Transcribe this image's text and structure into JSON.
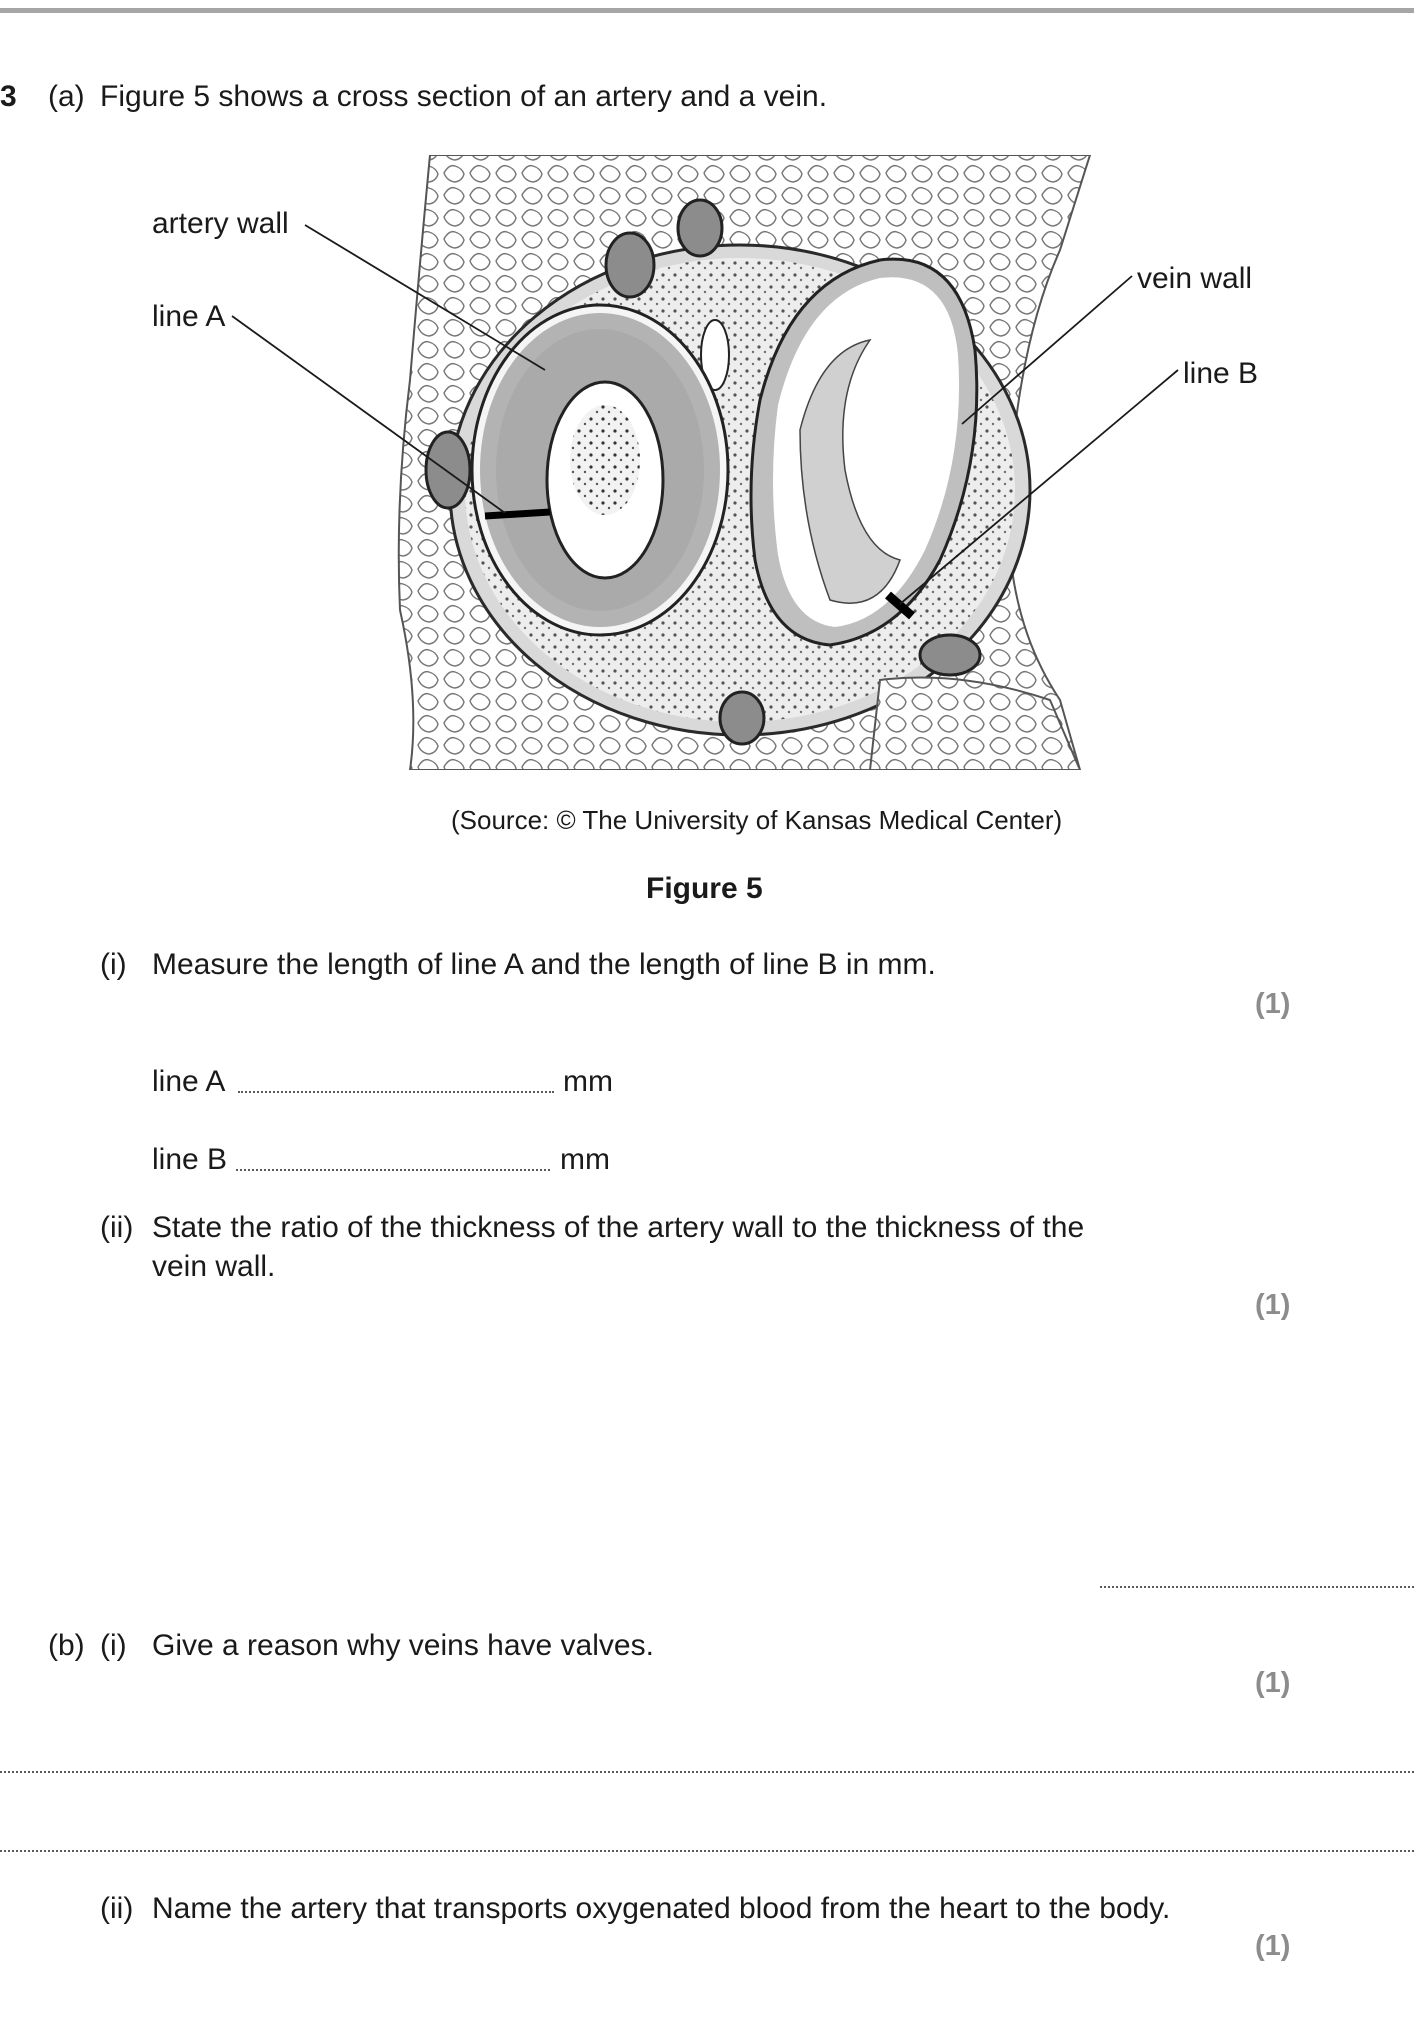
{
  "question": {
    "number": "3",
    "part_a": {
      "label": "(a)",
      "intro": "Figure 5 shows a cross section of an artery and a vein.",
      "figure": {
        "labels": {
          "artery_wall": "artery wall",
          "line_a": "line A",
          "vein_wall": "vein wall",
          "line_b": "line B"
        },
        "source": "(Source:  © The University of Kansas Medical Center)",
        "title": "Figure 5"
      },
      "sub_i": {
        "label": "(i)",
        "text": "Measure the length of line A and the length of line B in mm.",
        "marks": "(1)",
        "answer_a_label": "line A",
        "answer_b_label": "line B",
        "unit": "mm"
      },
      "sub_ii": {
        "label": "(ii)",
        "text_line1": "State the ratio of the thickness of the artery wall to the thickness of the",
        "text_line2": "vein wall.",
        "marks": "(1)"
      }
    },
    "part_b": {
      "label": "(b)",
      "sub_i": {
        "label": "(i)",
        "text": "Give a reason why veins have valves.",
        "marks": "(1)"
      },
      "sub_ii": {
        "label": "(ii)",
        "text": "Name the artery that transports oxygenated blood from the heart to the body.",
        "marks": "(1)"
      }
    }
  }
}
